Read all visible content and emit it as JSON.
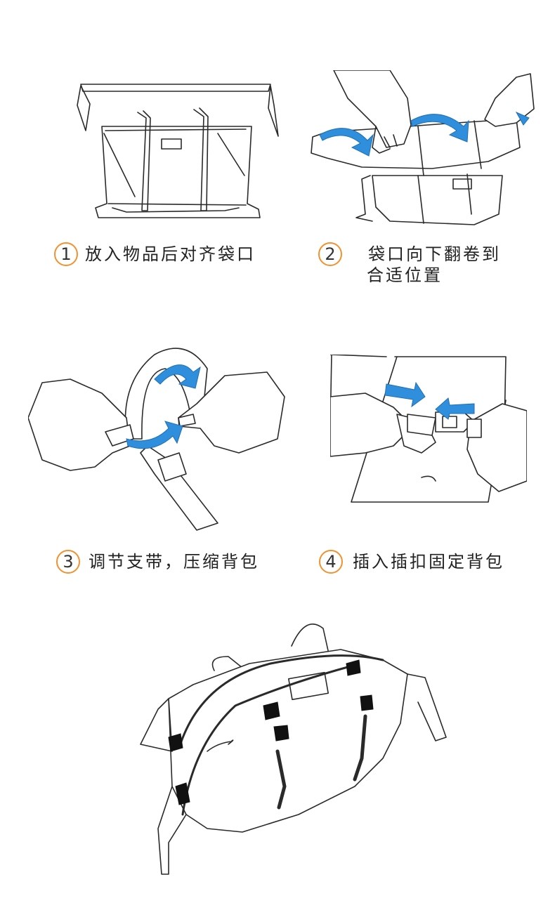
{
  "steps": [
    {
      "number": "1",
      "text": "放入物品后对齐袋口"
    },
    {
      "number": "2",
      "text_line1": "袋口向下翻卷到",
      "text_line2": "合适位置"
    },
    {
      "number": "3",
      "text": "调节支带，压缩背包"
    },
    {
      "number": "4",
      "text": "插入插扣固定背包"
    }
  ],
  "colors": {
    "accent": "#f0922f",
    "arrow": "#2f8fdc",
    "line": "#2a2a2a"
  },
  "icons": [
    "open-bag-illustration",
    "roll-top-illustration",
    "strap-adjust-illustration",
    "buckle-insert-illustration",
    "packed-bag-illustration"
  ]
}
